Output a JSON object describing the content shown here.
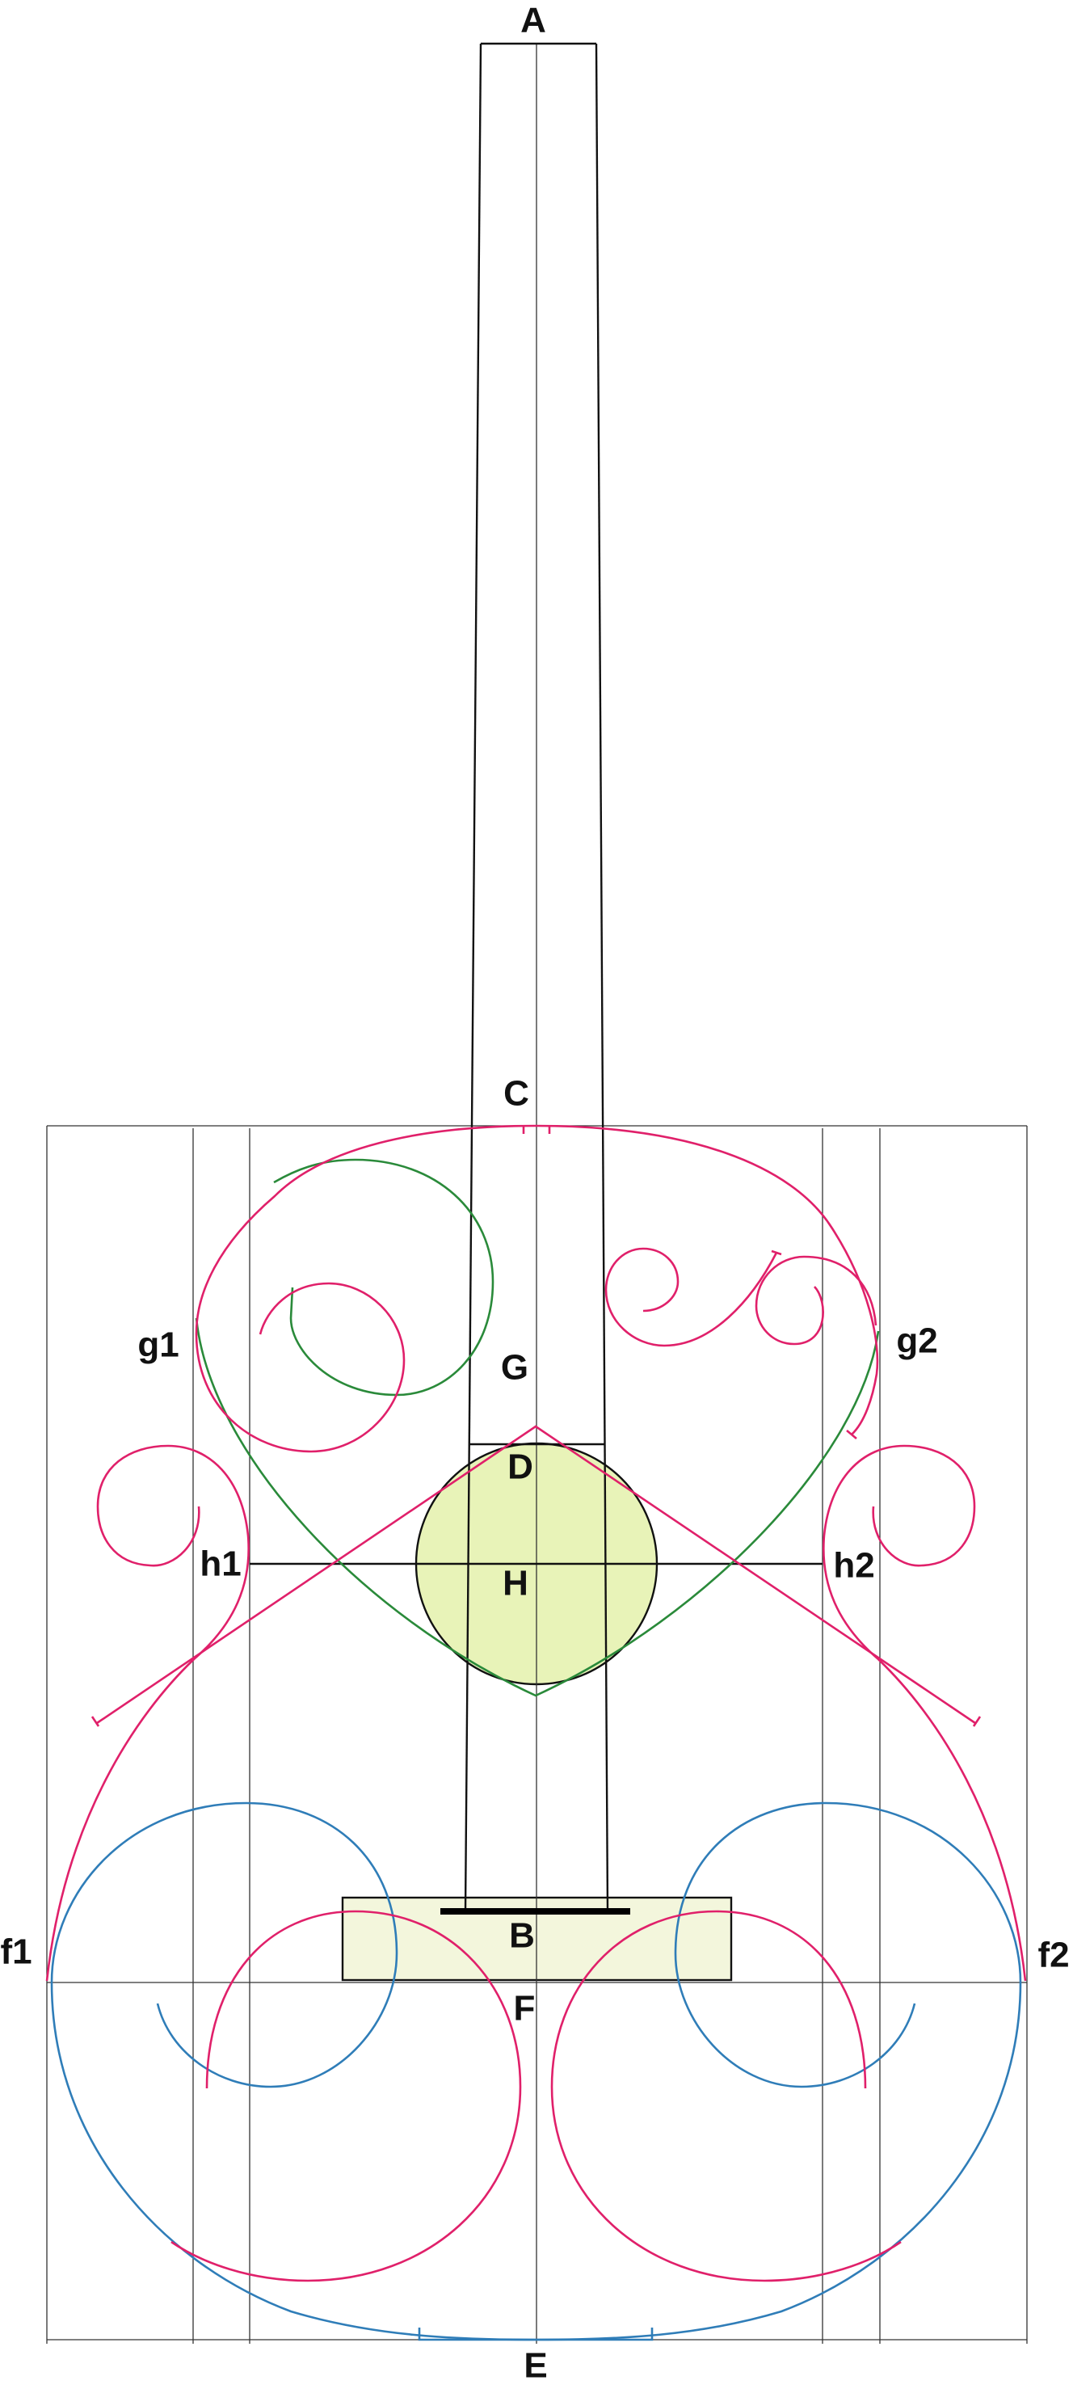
{
  "diagram": {
    "labels": {
      "A": "A",
      "C": "C",
      "G": "G",
      "D": "D",
      "H": "H",
      "B": "B",
      "F": "F",
      "E": "E",
      "g1": "g1",
      "g2": "g2",
      "h1": "h1",
      "h2": "h2",
      "f1": "f1",
      "f2": "f2"
    },
    "colors": {
      "pink": "#e0206a",
      "green": "#2a8a3a",
      "blue": "#2f7db8",
      "circle_fill": "#e8f3b8",
      "bridge_fill": "#f3f6dc"
    }
  }
}
